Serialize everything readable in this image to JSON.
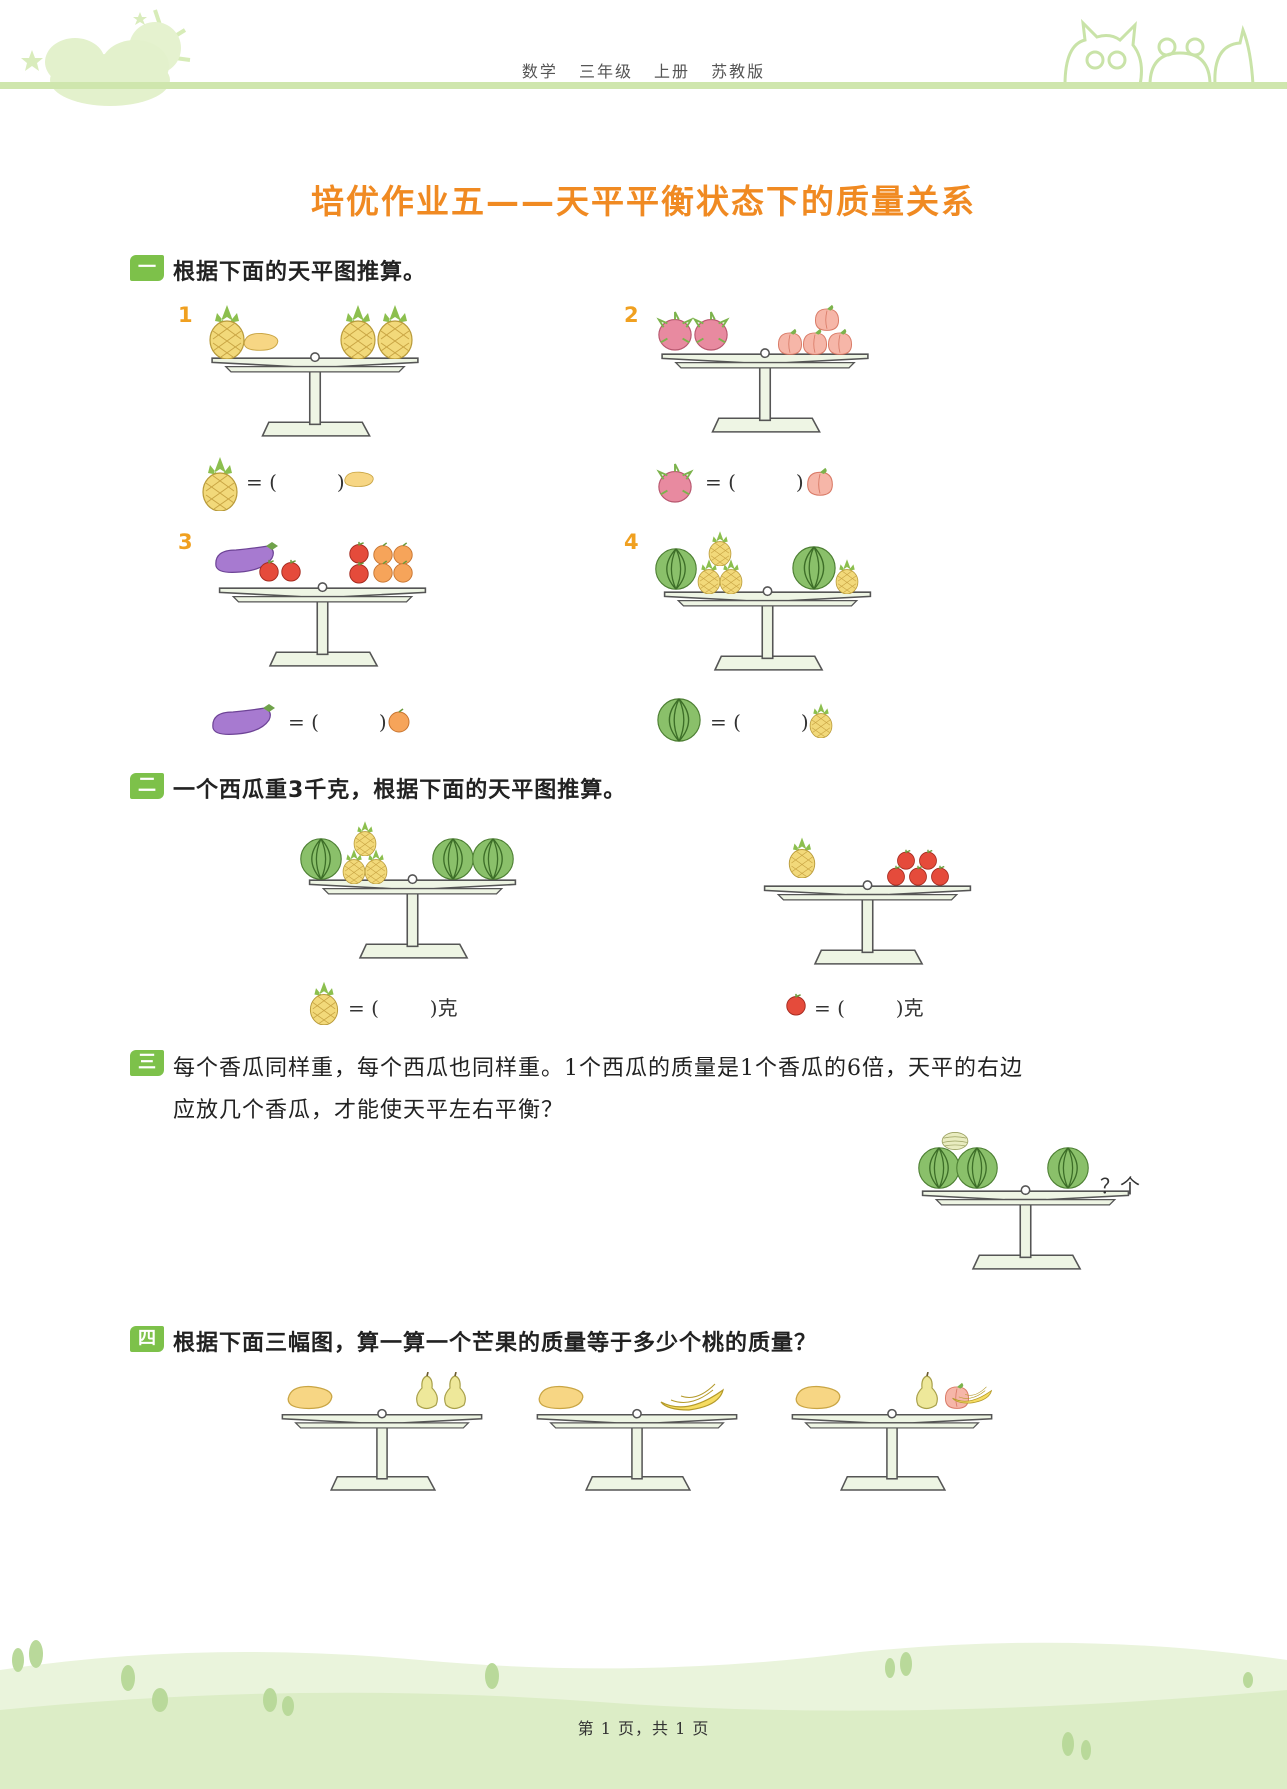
{
  "header": {
    "items": [
      "数学",
      "三年级",
      "上册",
      "苏教版"
    ]
  },
  "title": "培优作业五——天平平衡状态下的质量关系",
  "sections": [
    {
      "badge": "一",
      "text": "根据下面的天平图推算。",
      "problems": [
        {
          "num": "1",
          "eq_open": "= (",
          "eq_close": ")"
        },
        {
          "num": "2",
          "eq_open": "= (",
          "eq_close": ")"
        },
        {
          "num": "3",
          "eq_open": "= (",
          "eq_close": ")"
        },
        {
          "num": "4",
          "eq_open": "= (",
          "eq_close": ")"
        }
      ]
    },
    {
      "badge": "二",
      "text": "一个西瓜重3千克，根据下面的天平图推算。",
      "answers": [
        {
          "eq": "= (        )克"
        },
        {
          "eq": "= (        )克"
        }
      ]
    },
    {
      "badge": "三",
      "line1": "每个香瓜同样重，每个西瓜也同样重。1个西瓜的质量是1个香瓜的6倍，天平的右边",
      "line2": "应放几个香瓜，才能使天平左右平衡？",
      "question_label": "？个"
    },
    {
      "badge": "四",
      "text": "根据下面三幅图，算一算一个芒果的质量等于多少个桃的质量？"
    }
  ],
  "footer": "第 1 页，共 1 页",
  "colors": {
    "accent_orange": "#f08a22",
    "badge_green": "#7dc14a",
    "header_line": "#cfe6ad",
    "scale_green": "#eef5e4"
  }
}
